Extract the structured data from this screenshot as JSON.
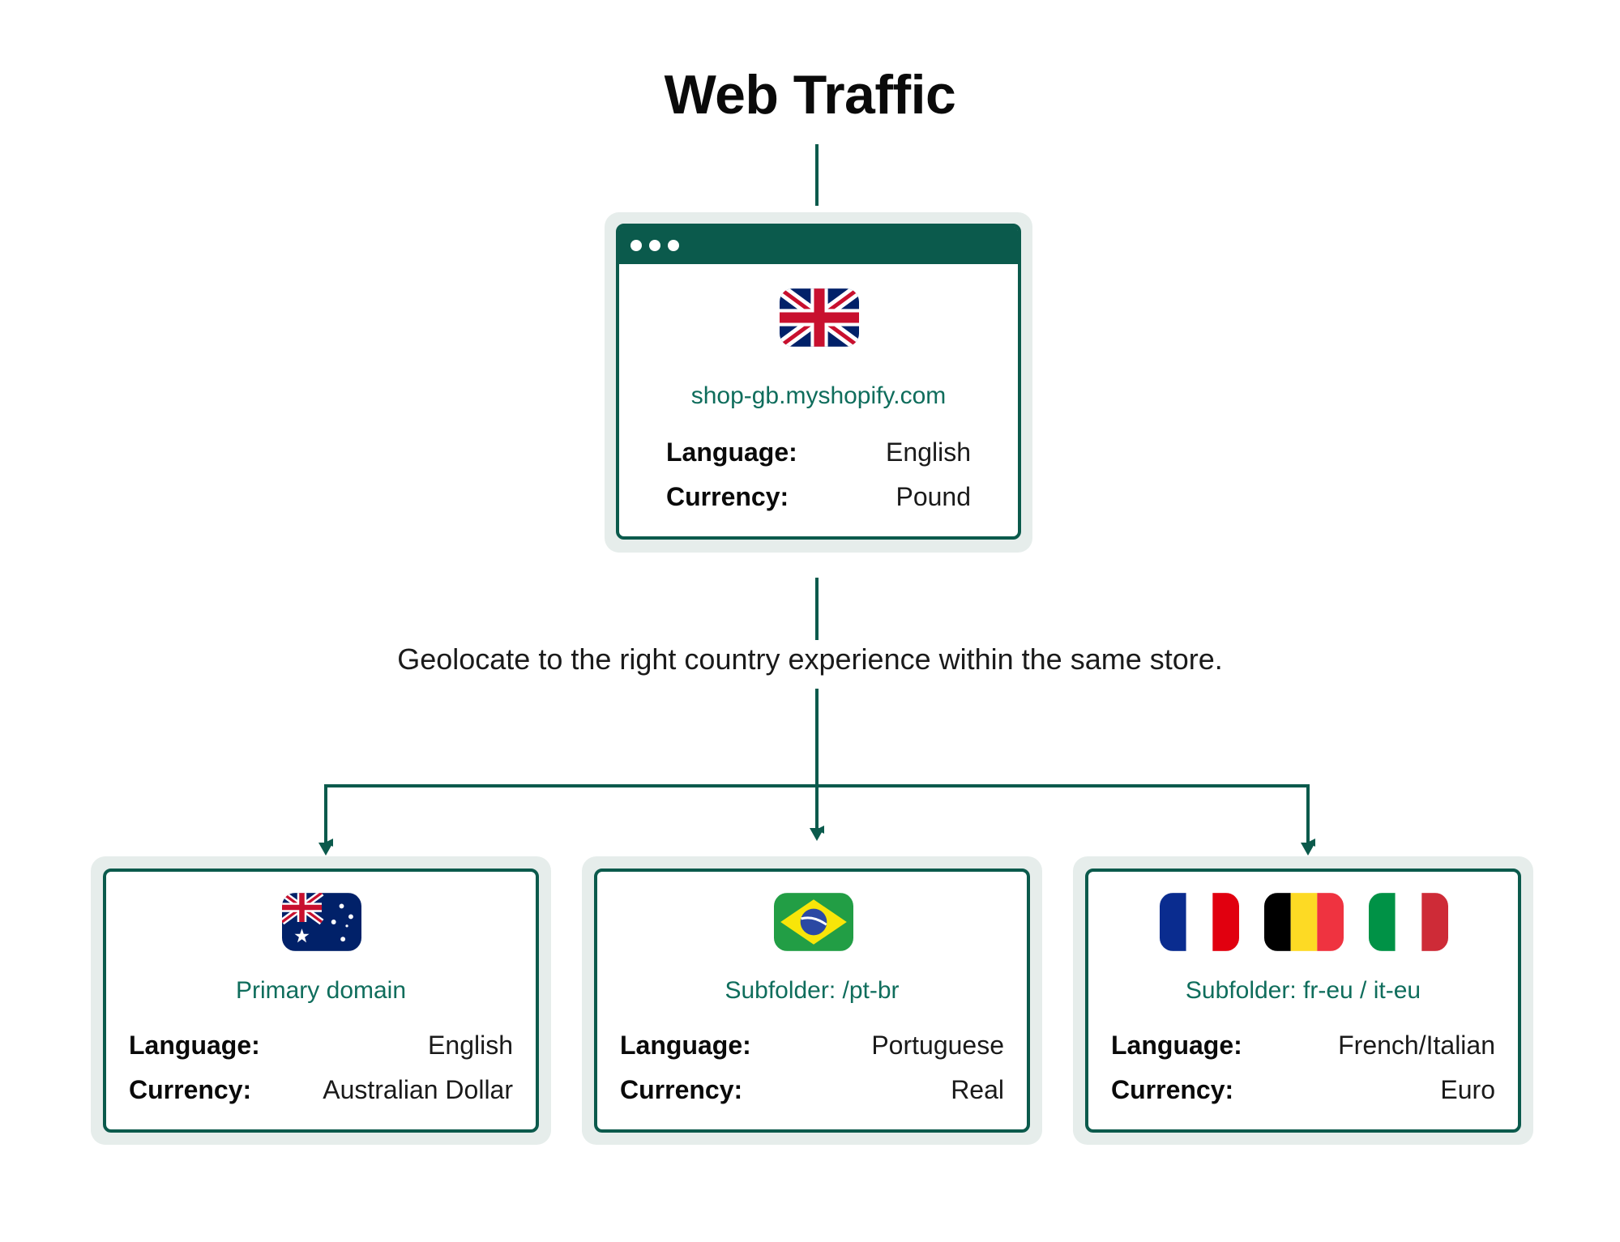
{
  "title": "Web Traffic",
  "caption": "Geolocate to the right country experience within the same store.",
  "colors": {
    "accent": "#0b5a4c",
    "heading": "#0f6d5c",
    "card_bg": "#e6edeb"
  },
  "top_card": {
    "flag": "united-kingdom-flag",
    "domain": "shop-gb.myshopify.com",
    "language_label": "Language:",
    "language": "English",
    "currency_label": "Currency:",
    "currency": "Pound"
  },
  "cards": [
    {
      "flags": [
        "australia-flag"
      ],
      "heading": "Primary domain",
      "language_label": "Language:",
      "language": "English",
      "currency_label": "Currency:",
      "currency": "Australian Dollar"
    },
    {
      "flags": [
        "brazil-flag"
      ],
      "heading": "Subfolder: /pt-br",
      "language_label": "Language:",
      "language": "Portuguese",
      "currency_label": "Currency:",
      "currency": "Real"
    },
    {
      "flags": [
        "france-flag",
        "belgium-flag",
        "italy-flag"
      ],
      "heading": "Subfolder: fr-eu / it-eu",
      "language_label": "Language:",
      "language": "French/Italian",
      "currency_label": "Currency:",
      "currency": "Euro"
    }
  ]
}
